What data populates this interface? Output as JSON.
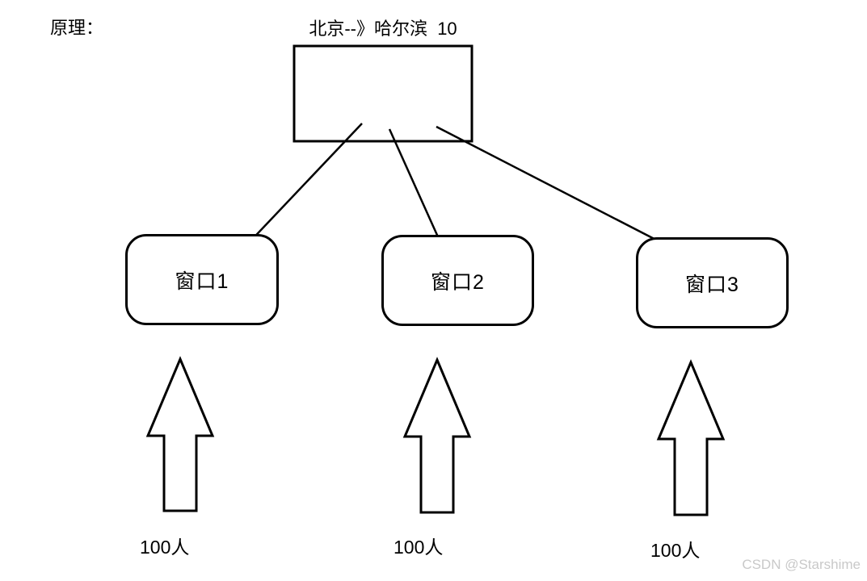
{
  "page": {
    "background_color": "#ffffff",
    "ink_color": "#000000"
  },
  "heading": {
    "label": "原理："
  },
  "diagram": {
    "route": {
      "label": "北京--》哈尔滨  10",
      "capacity": "10"
    },
    "windows": [
      {
        "label": "窗口1",
        "count": "100人"
      },
      {
        "label": "窗口2",
        "count": "100人"
      },
      {
        "label": "窗口3",
        "count": "100人"
      }
    ]
  },
  "watermark": {
    "text": "CSDN @Starshime",
    "color": "#c9c9c9"
  }
}
